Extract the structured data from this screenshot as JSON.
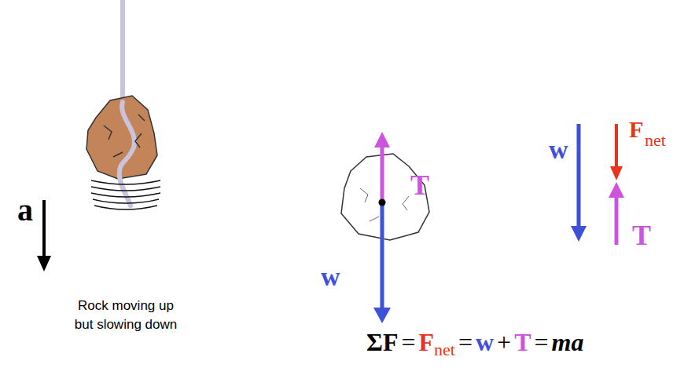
{
  "diagram": {
    "labels": [
      "a",
      "Rock moving up but slowing down",
      "T",
      "w",
      "w",
      "F",
      "net",
      "T",
      "ΣF",
      "=",
      "F",
      "net",
      "=",
      "w",
      "+",
      "T",
      "=",
      "ma"
    ]
  }
}
